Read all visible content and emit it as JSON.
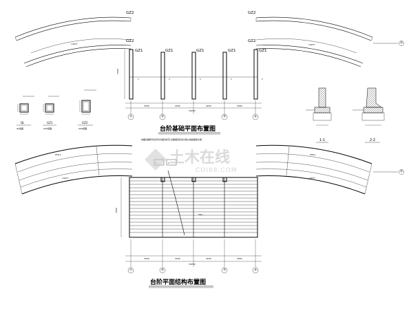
{
  "titles": {
    "foundation_plan": "台阶基础平面布置图",
    "structure_plan": "台阶平面结构布置图"
  },
  "notes": {
    "foundation_note": "本图基础所示标高均为相对标高,基础埋深及持力层以地勘报告为准"
  },
  "column_tags": {
    "gz1": "GZ1",
    "gz2": "GZ2"
  },
  "section_details": [
    {
      "name": "QL",
      "sub": "QL截面"
    },
    {
      "name": "GZ1",
      "sub": "GZ1截面"
    },
    {
      "name": "GZ2",
      "sub": "GZ2截面"
    }
  ],
  "section_cuts": {
    "s11": "1-1",
    "s22": "2-2"
  },
  "axis_labels": [
    "①",
    "②",
    "③",
    "④"
  ],
  "axis_right": "⑤",
  "dims_top": [
    "3900",
    "4200",
    "4200",
    "3900"
  ],
  "dims_bottom": [
    "3900",
    "4200",
    "4200",
    "3900"
  ],
  "dims_total": "16200",
  "arc_dim": "14077",
  "bay_depth": "7600",
  "slab_label": "PTB-1",
  "tb_label": "TB-1",
  "cut_marks": [
    "1",
    "2"
  ],
  "watermark": {
    "brand": "土木在线",
    "url": "COI88.COM"
  }
}
